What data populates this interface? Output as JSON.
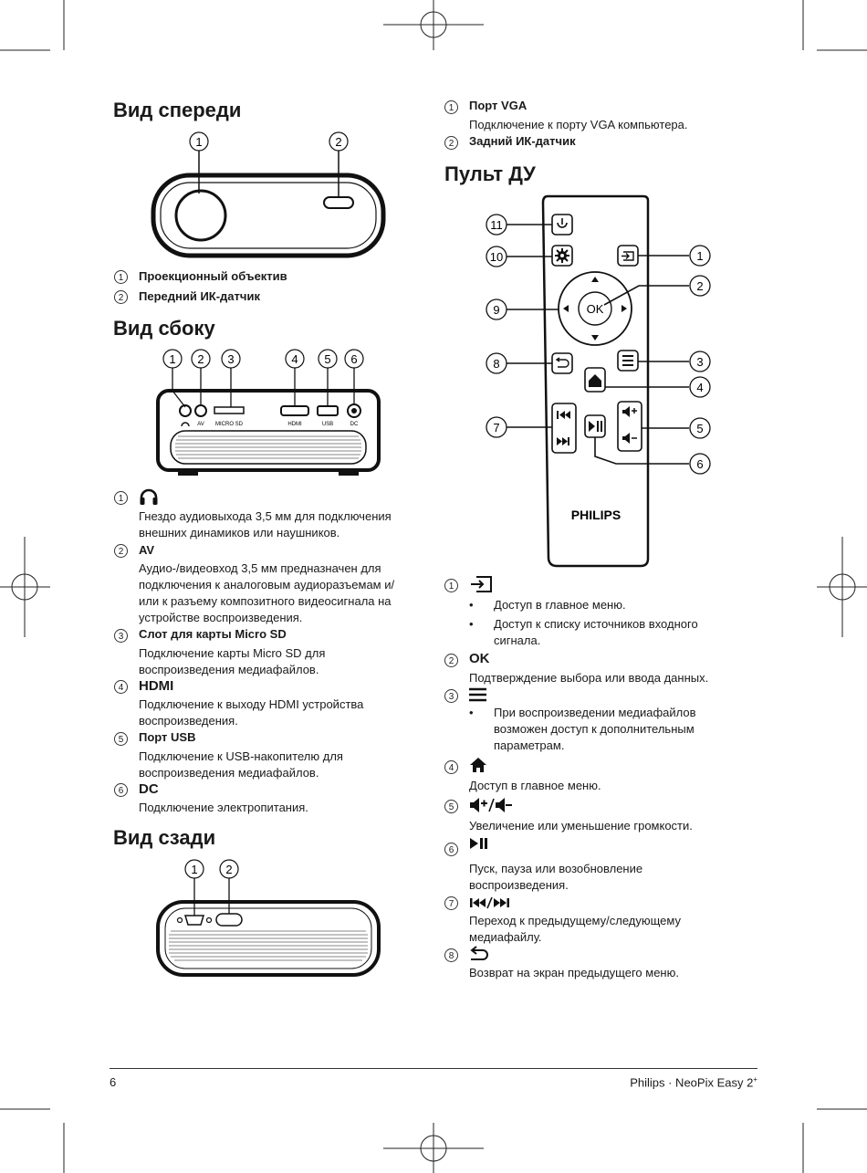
{
  "front": {
    "title": "Вид спереди",
    "callouts": [
      "1",
      "2"
    ],
    "items": [
      {
        "n": "1",
        "title": "Проекционный объектив"
      },
      {
        "n": "2",
        "title": "Передний ИК-датчик"
      }
    ]
  },
  "side": {
    "title": "Вид сбоку",
    "callouts": [
      "1",
      "2",
      "3",
      "4",
      "5",
      "6"
    ],
    "port_labels": [
      "AV",
      "MICRO SD",
      "HDMI",
      "USB",
      "DC"
    ],
    "items": [
      {
        "n": "1",
        "title": "",
        "icon": "headphones-icon",
        "lines": [
          "Гнездо аудиовыхода 3,5 мм для подключения",
          "внешних динамиков или наушников."
        ]
      },
      {
        "n": "2",
        "title": "AV",
        "lines": [
          "Аудио-/видеовход 3,5 мм предназначен для",
          "подключения к аналоговым аудиоразъемам и/",
          "или к разъему композитного видеосигнала на",
          "устройстве воспроизведения."
        ]
      },
      {
        "n": "3",
        "title": "Слот для карты Micro SD",
        "lines": [
          "Подключение карты Micro SD для",
          "воспроизведения медиафайлов."
        ]
      },
      {
        "n": "4",
        "title": "HDMI",
        "lines": [
          "Подключение к выходу HDMI устройства",
          "воспроизведения."
        ]
      },
      {
        "n": "5",
        "title": "Порт USB",
        "lines": [
          "Подключение к USB-накопителю для",
          "воспроизведения медиафайлов."
        ]
      },
      {
        "n": "6",
        "title": "DC",
        "lines": [
          "Подключение электропитания."
        ]
      }
    ]
  },
  "rear": {
    "title": "Вид сзади",
    "callouts": [
      "1",
      "2"
    ],
    "items": [
      {
        "n": "1",
        "title": "Порт VGA",
        "lines": [
          "Подключение к порту VGA компьютера."
        ]
      },
      {
        "n": "2",
        "title": "Задний ИК-датчик",
        "lines": []
      }
    ]
  },
  "remote": {
    "title": "Пульт ДУ",
    "brand": "PHILIPS",
    "ok_label": "OK",
    "callouts": [
      "11",
      "10",
      "9",
      "8",
      "7",
      "1",
      "2",
      "3",
      "4",
      "5",
      "6"
    ],
    "items": [
      {
        "n": "1",
        "icon": "source-icon",
        "bullets": [
          "Доступ в главное меню.",
          "Доступ к списку источников входного сигнала."
        ],
        "bullet_lines": [
          [
            "Доступ в главное меню."
          ],
          [
            "Доступ к списку источников входного",
            "сигнала."
          ]
        ]
      },
      {
        "n": "2",
        "title": "OK",
        "lines": [
          "Подтверждение выбора или ввода данных."
        ]
      },
      {
        "n": "3",
        "icon": "menu-icon",
        "bullet_lines": [
          [
            "При воспроизведении медиафайлов",
            "возможен доступ к дополнительным",
            "параметрам."
          ]
        ]
      },
      {
        "n": "4",
        "icon": "home-icon",
        "lines": [
          "Доступ в главное меню."
        ]
      },
      {
        "n": "5",
        "icon": "volume-up-down-icon",
        "lines": [
          "Увеличение или уменьшение громкости."
        ]
      },
      {
        "n": "6",
        "icon": "play-pause-icon",
        "lines": [
          "Пуск, пауза или возобновление",
          "воспроизведения."
        ]
      },
      {
        "n": "7",
        "icon": "prev-next-icon",
        "lines": [
          "Переход к предыдущему/следующему",
          "медиафайлу."
        ]
      },
      {
        "n": "8",
        "icon": "back-icon",
        "lines": [
          "Возврат на экран предыдущего меню."
        ]
      }
    ]
  },
  "footer": {
    "page": "6",
    "product": "Philips · NeoPix Easy 2",
    "product_sup": "+"
  }
}
